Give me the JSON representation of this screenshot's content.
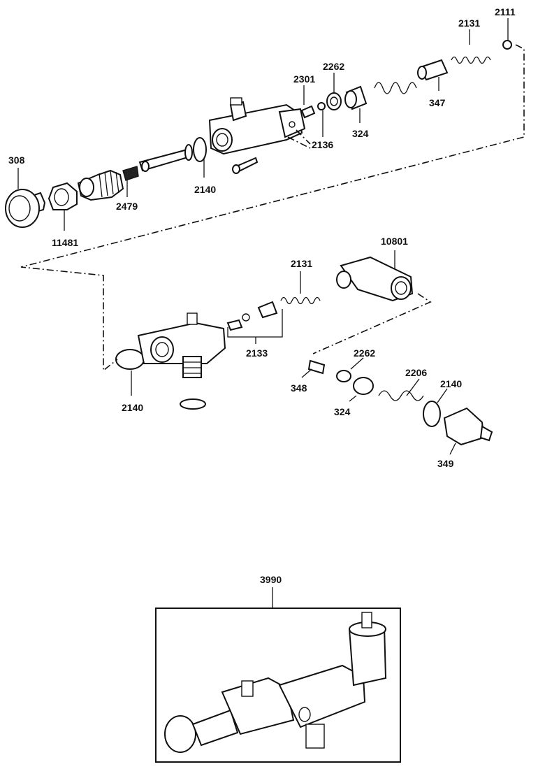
{
  "labels": {
    "p2111": "2111",
    "p2131_top": "2131",
    "p2262_top": "2262",
    "p2301": "2301",
    "p347": "347",
    "p324_top": "324",
    "p2136": "2136",
    "p308": "308",
    "p2140_top": "2140",
    "p2479": "2479",
    "p11481": "11481",
    "p10801": "10801",
    "p2131_mid": "2131",
    "p2133": "2133",
    "p2140_left": "2140",
    "p2262_mid": "2262",
    "p348": "348",
    "p324_mid": "324",
    "p2206": "2206",
    "p2140_right": "2140",
    "p349": "349",
    "p3990": "3990"
  }
}
